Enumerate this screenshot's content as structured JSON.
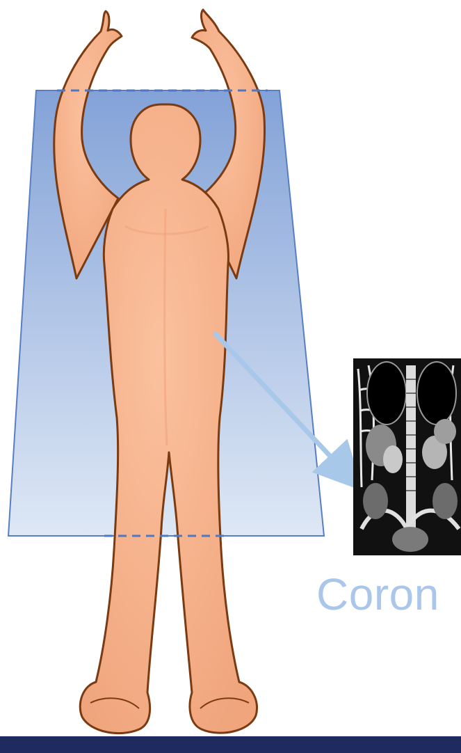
{
  "caption": "Coron",
  "plane_label": "coronal-plane",
  "colors": {
    "plane_top": "#7d9ed6",
    "plane_bottom": "#dde7f5",
    "plane_stroke": "#4f78c0",
    "skin": "#f7b38a",
    "skin_shade": "#eda07a",
    "outline": "#7a3b12",
    "arrow": "#a8c8ea",
    "caption": "#aac6ea",
    "bar": "#1f2b5e"
  },
  "icons": {
    "figure": "human-figure-icon",
    "scan": "ct-scan-image",
    "arrow": "arrow-icon"
  }
}
